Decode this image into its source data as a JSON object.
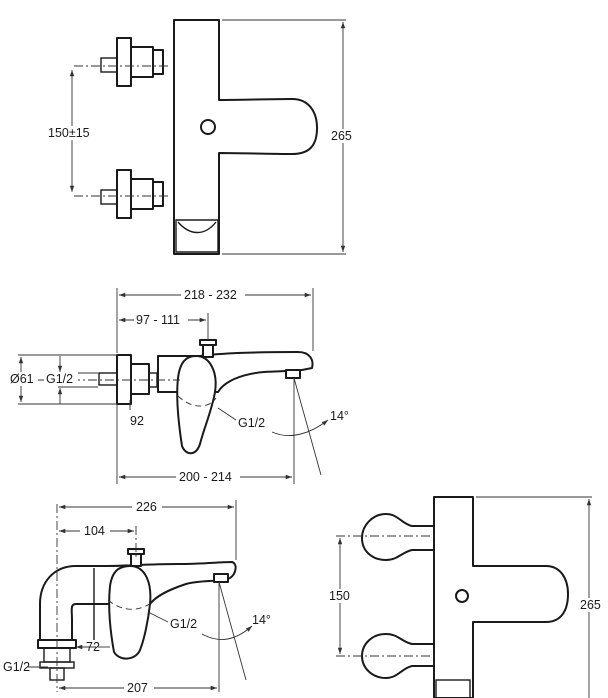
{
  "labels": {
    "front_height": "265",
    "front_spacing": "150±15",
    "side_total_width": "218 - 232",
    "side_offset": "97 - 111",
    "side_diameter": "Ø61",
    "side_thread_left": "G1/2",
    "side_depth": "92",
    "side_thread_right": "G1/2",
    "side_angle": "14°",
    "side_projection": "200 - 214",
    "bottom_total_width": "226",
    "bottom_offset": "104",
    "bottom_thread_mid": "G1/2",
    "bottom_angle": "14°",
    "bottom_leg": "72",
    "bottom_thread_left": "G1/2",
    "bottom_projection": "207",
    "right_spacing": "150",
    "right_height": "265"
  }
}
